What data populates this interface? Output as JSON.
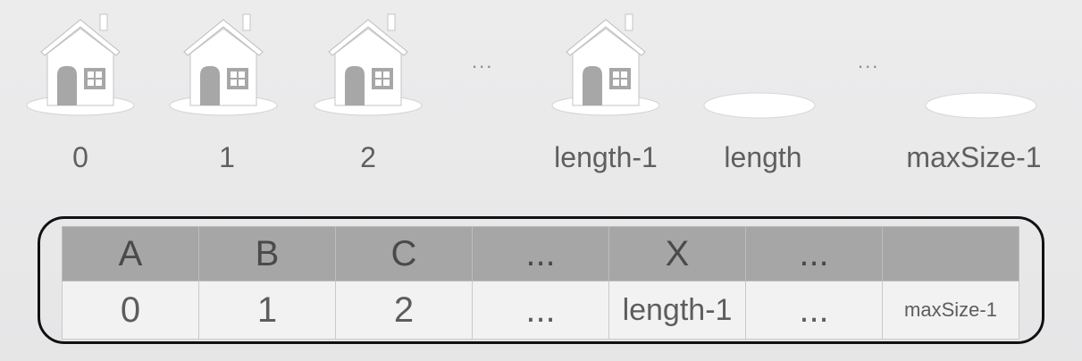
{
  "houses": {
    "index_labels": [
      "0",
      "1",
      "2",
      "length-1",
      "length",
      "maxSize-1"
    ],
    "ellipsis_1": "...",
    "ellipsis_2": "..."
  },
  "array_table": {
    "values": [
      "A",
      "B",
      "C",
      "...",
      "X",
      "...",
      ""
    ],
    "indices": [
      "0",
      "1",
      "2",
      "...",
      "length-1",
      "...",
      "maxSize-1"
    ]
  },
  "colors": {
    "house_fill": "#ffffff",
    "house_detail": "#9a9a9a",
    "header_row": "#a6a6a6",
    "body_row": "#f2f2f2",
    "frame_border": "#111111"
  }
}
